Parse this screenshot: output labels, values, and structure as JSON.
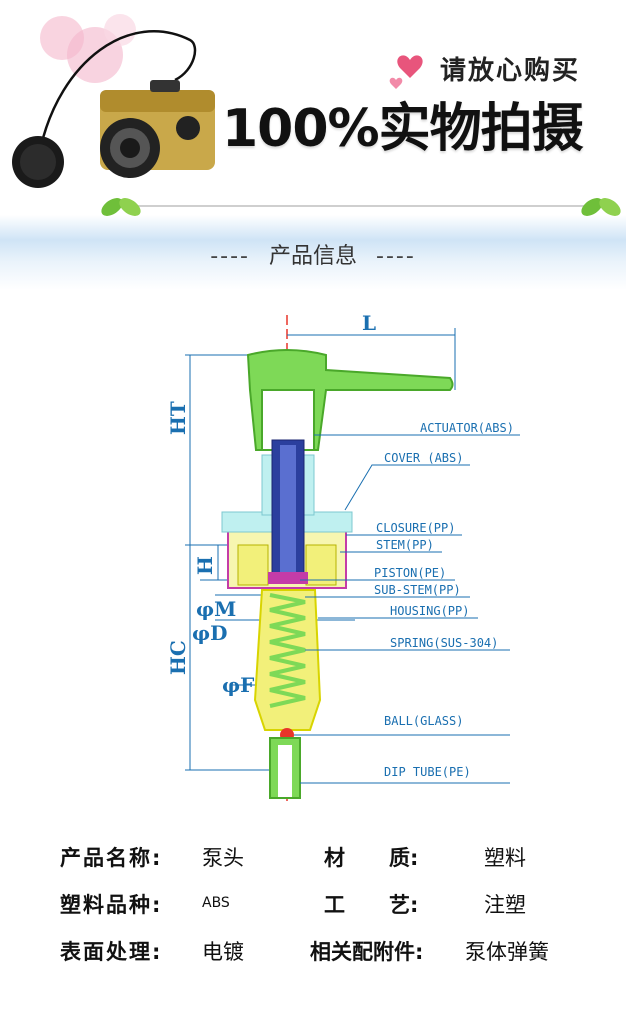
{
  "banner": {
    "slogan": "请放心购买",
    "headline": "100%实物拍摄"
  },
  "section": {
    "dash_left": "----",
    "title": "产品信息",
    "dash_right": "----"
  },
  "diagram": {
    "labels": {
      "actuator": "ACTUATOR(ABS)",
      "cover": "COVER (ABS)",
      "closure": "CLOSURE(PP)",
      "stem": "STEM(PP)",
      "piston": "PISTON(PE)",
      "sub_stem": "SUB-STEM(PP)",
      "housing": "HOUSING(PP)",
      "spring": "SPRING(SUS-304)",
      "ball": "BALL(GLASS)",
      "dip_tube": "DIP TUBE(PE)"
    },
    "dimensions": {
      "l": "L",
      "ht": "HT",
      "h": "H",
      "m": "φM",
      "d": "φD",
      "hc": "HC",
      "f": "φF"
    },
    "colors": {
      "actuator": "#7ed957",
      "stem": "#2b3f9e",
      "closure": "#f2f07a",
      "spring": "#7ed957",
      "housing": "#f2f07a",
      "ball": "#e8352a",
      "outline": "#1a6fb0",
      "cover": "#8fe6e6"
    }
  },
  "specs": {
    "name_key": "产品名称:",
    "name_val": "泵头",
    "material_key_a": "材",
    "material_key_b": "质:",
    "material_val": "塑料",
    "type_key": "塑料品种:",
    "type_val": "ABS",
    "process_key_a": "工",
    "process_key_b": "艺:",
    "process_val": "注塑",
    "surface_key": "表面处理:",
    "surface_val": "电镀",
    "accessory_key": "相关配附件:",
    "accessory_val": "泵体弹簧"
  }
}
